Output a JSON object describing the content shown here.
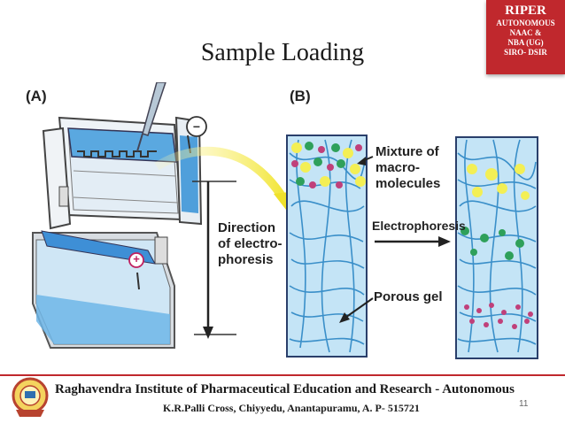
{
  "slide": {
    "title": "Sample Loading",
    "page_number": "11"
  },
  "badge": {
    "title": "RIPER",
    "lines": [
      "AUTONOMOUS",
      "NAAC &",
      "NBA (UG)",
      "SIRO- DSIR"
    ],
    "color": "#c0282d"
  },
  "figure": {
    "panel_a_label": "(A)",
    "panel_b_label": "(B)",
    "minus_sign": "−",
    "plus_sign": "+",
    "direction_label": [
      "Direction",
      "of electro-",
      "phoresis"
    ],
    "mixture_label": [
      "Mixture of",
      "macro-",
      "molecules"
    ],
    "electrophoresis_label": "Electrophoresis",
    "gel_label": "Porous gel"
  },
  "footer": {
    "institute": "Raghavendra Institute of Pharmaceutical Education and Research - Autonomous",
    "address": "K.R.Palli Cross, Chiyyedu, Anantapuramu, A. P- 515721",
    "logo_icon": "institute-seal-icon"
  }
}
